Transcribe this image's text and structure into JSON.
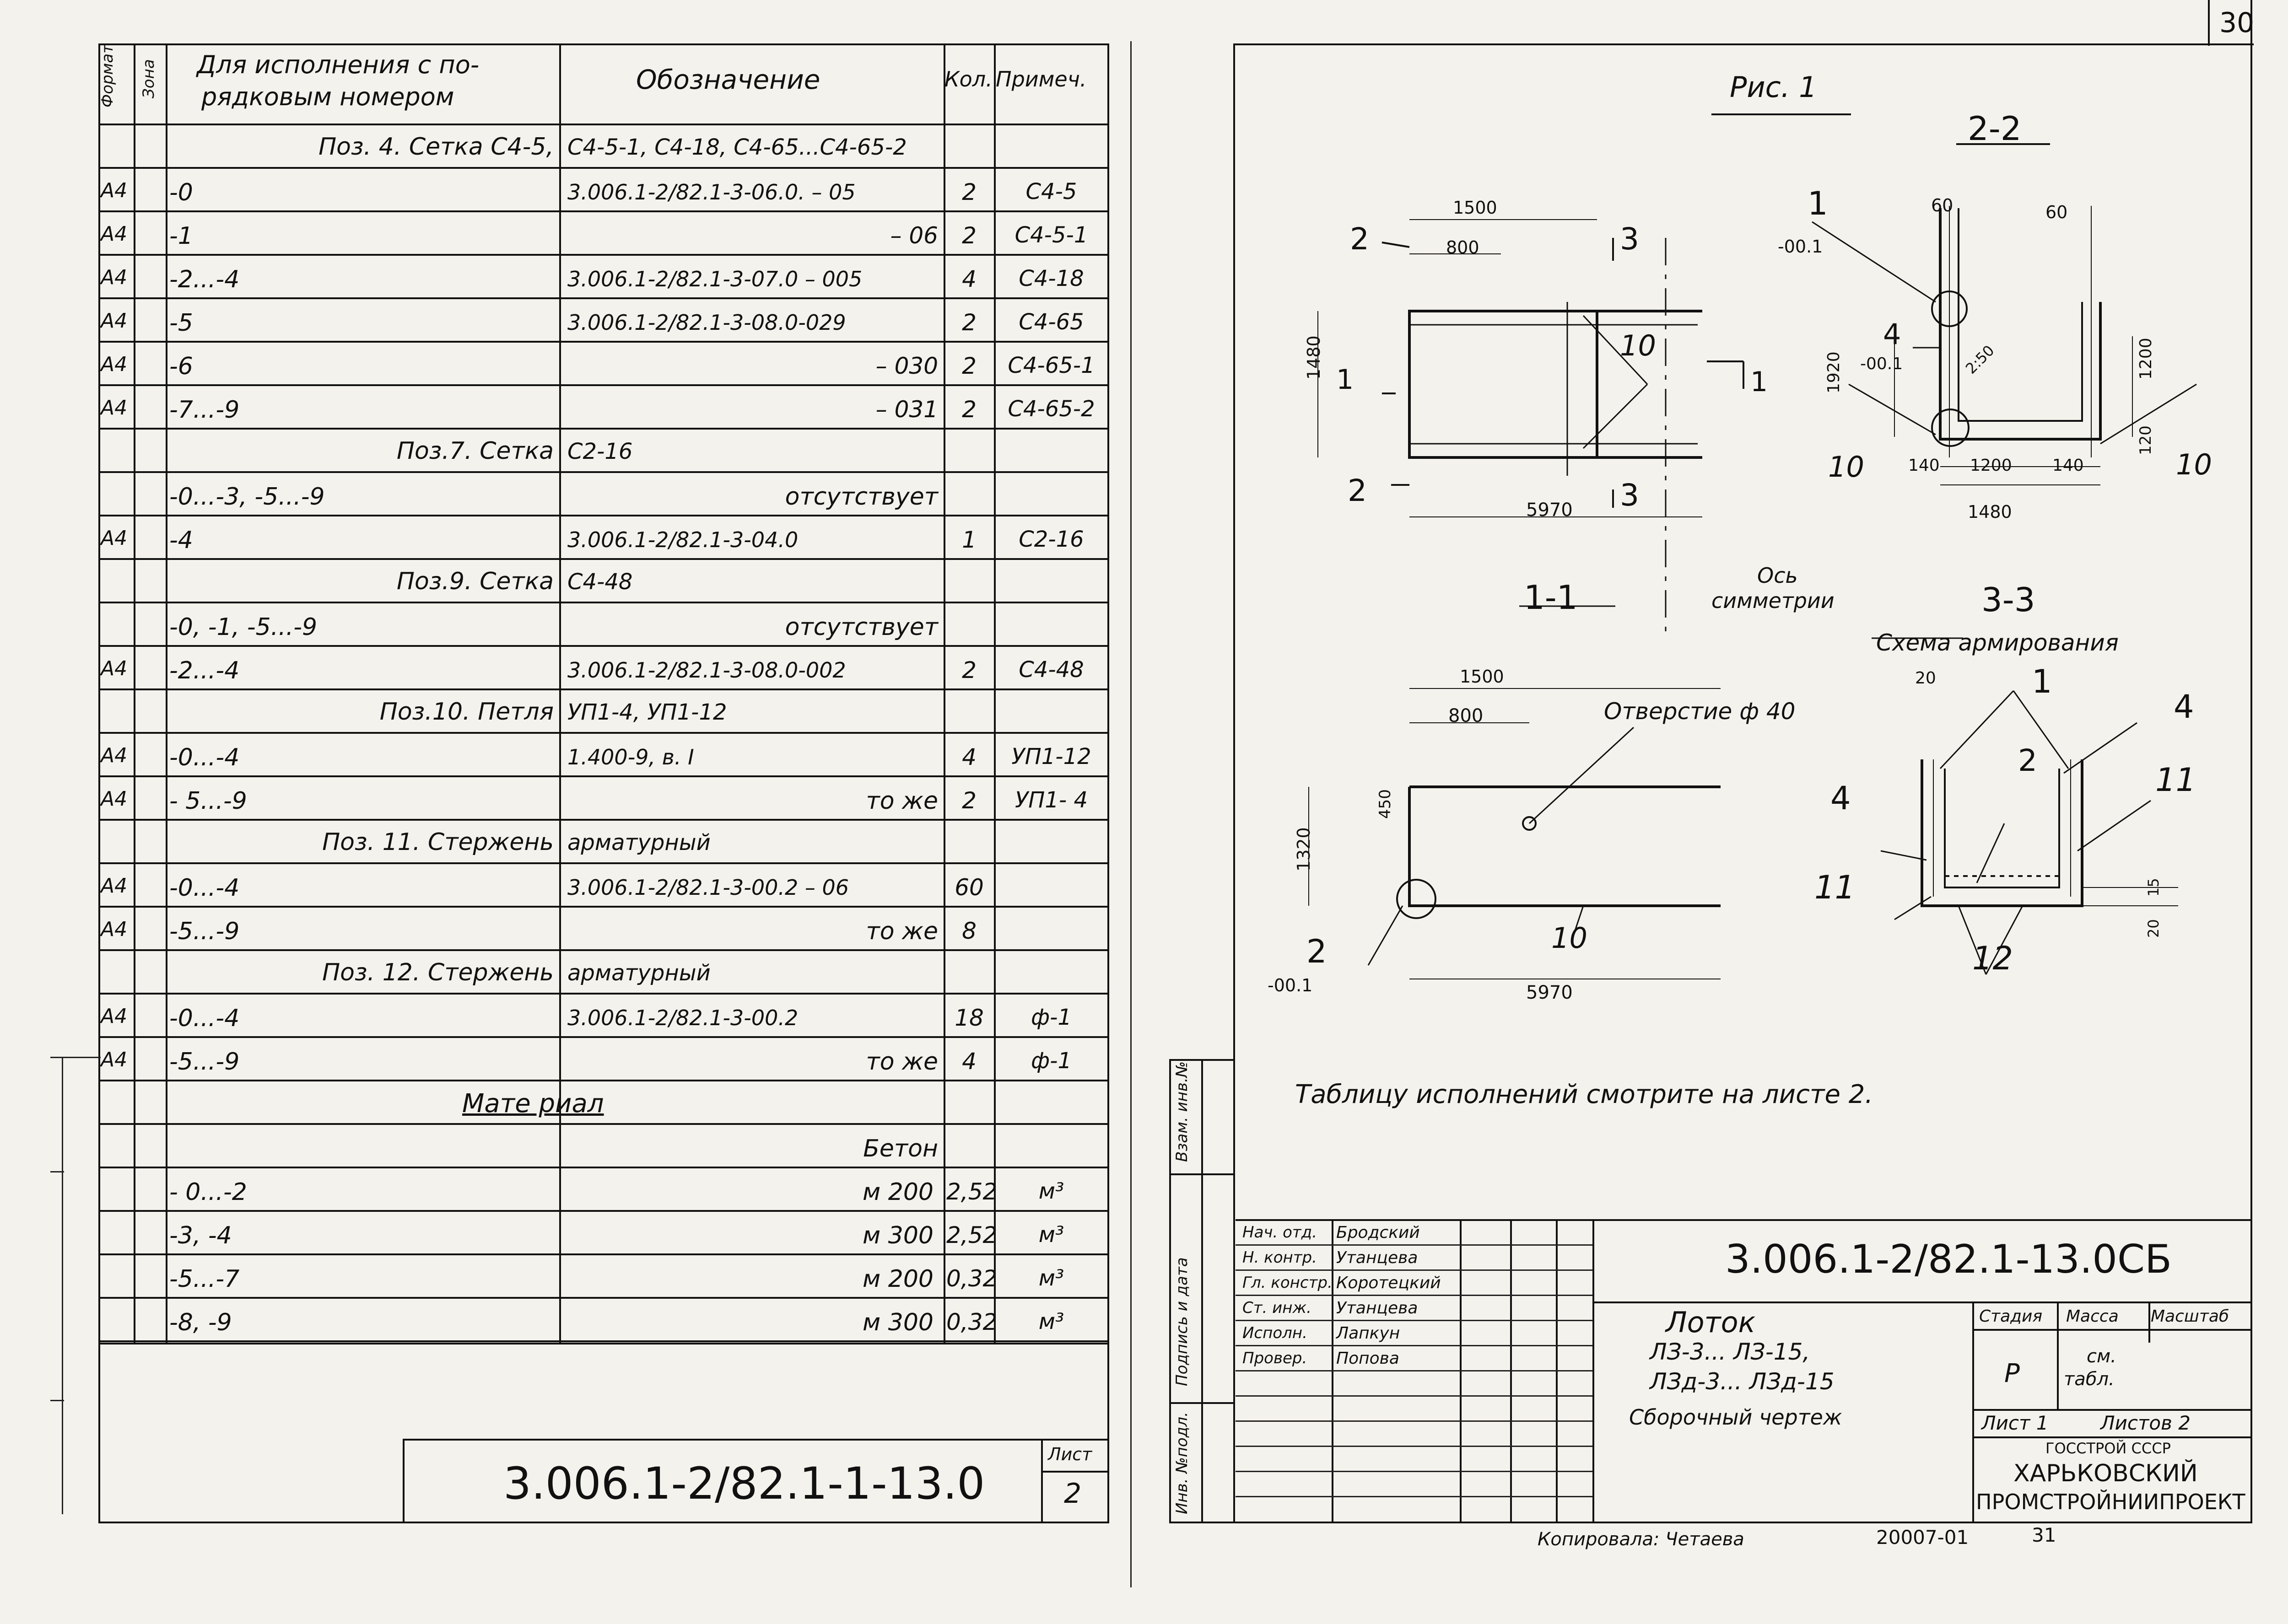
{
  "left_sheet": {
    "header": {
      "format": "Формат",
      "zone": "Зона",
      "for_variant": "Для исполнения с по-",
      "for_variant_2": "рядковым номером",
      "designation": "Обозначение",
      "qty": "Кол.",
      "note": "Примеч."
    },
    "rows": [
      {
        "format": "",
        "variant": "",
        "designation": "",
        "qty": "",
        "note": "",
        "section": "Поз. 4. Сетка С4-5,",
        "section2": "С4-5-1, С4-18, С4-65...С4-65-2"
      },
      {
        "format": "А4",
        "variant": "-0",
        "designation": "3.006.1-2/82.1-3-06.0. – 05",
        "qty": "2",
        "note": "С4-5"
      },
      {
        "format": "А4",
        "variant": "-1",
        "designation": "– 06",
        "qty": "2",
        "note": "С4-5-1"
      },
      {
        "format": "А4",
        "variant": "-2...-4",
        "designation": "3.006.1-2/82.1-3-07.0 – 005",
        "qty": "4",
        "note": "С4-18"
      },
      {
        "format": "А4",
        "variant": "-5",
        "designation": "3.006.1-2/82.1-3-08.0-029",
        "qty": "2",
        "note": "С4-65"
      },
      {
        "format": "А4",
        "variant": "-6",
        "designation": "– 030",
        "qty": "2",
        "note": "С4-65-1"
      },
      {
        "format": "А4",
        "variant": "-7...-9",
        "designation": "– 031",
        "qty": "2",
        "note": "С4-65-2"
      },
      {
        "format": "",
        "variant": "",
        "designation": "",
        "qty": "",
        "note": "",
        "section": "Поз.7. Сетка",
        "section2": "С2-16"
      },
      {
        "format": "",
        "variant": "-0...-3, -5...-9",
        "designation": "отсутствует",
        "qty": "",
        "note": ""
      },
      {
        "format": "А4",
        "variant": "-4",
        "designation": "3.006.1-2/82.1-3-04.0",
        "qty": "1",
        "note": "С2-16"
      },
      {
        "format": "",
        "variant": "",
        "designation": "",
        "qty": "",
        "note": "",
        "section": "Поз.9. Сетка",
        "section2": "С4-48"
      },
      {
        "format": "",
        "variant": "-0, -1, -5...-9",
        "designation": "отсутствует",
        "qty": "",
        "note": ""
      },
      {
        "format": "А4",
        "variant": "-2...-4",
        "designation": "3.006.1-2/82.1-3-08.0-002",
        "qty": "2",
        "note": "С4-48"
      },
      {
        "format": "",
        "variant": "",
        "designation": "",
        "qty": "",
        "note": "",
        "section": "Поз.10. Петля",
        "section2": "УП1-4, УП1-12"
      },
      {
        "format": "А4",
        "variant": "-0...-4",
        "designation": "1.400-9, в. I",
        "qty": "4",
        "note": "УП1-12"
      },
      {
        "format": "А4",
        "variant": "- 5...-9",
        "designation": "то же",
        "qty": "2",
        "note": "УП1- 4"
      },
      {
        "format": "",
        "variant": "",
        "designation": "",
        "qty": "",
        "note": "",
        "section": "Поз. 11. Стержень",
        "section2": "арматурный"
      },
      {
        "format": "А4",
        "variant": "-0...-4",
        "designation": "3.006.1-2/82.1-3-00.2 – 06",
        "qty": "60",
        "note": ""
      },
      {
        "format": "А4",
        "variant": "-5...-9",
        "designation": "то же",
        "qty": "8",
        "note": ""
      },
      {
        "format": "",
        "variant": "",
        "designation": "",
        "qty": "",
        "note": "",
        "section": "Поз. 12. Стержень",
        "section2": "арматурный"
      },
      {
        "format": "А4",
        "variant": "-0...-4",
        "designation": "3.006.1-2/82.1-3-00.2",
        "qty": "18",
        "note": "ф-1"
      },
      {
        "format": "А4",
        "variant": "-5...-9",
        "designation": "то же",
        "qty": "4",
        "note": "ф-1"
      },
      {
        "format": "",
        "variant": "",
        "designation": "Мате риал",
        "qty": "",
        "note": ""
      },
      {
        "format": "",
        "variant": "",
        "designation": "Бетон",
        "qty": "",
        "note": ""
      },
      {
        "format": "",
        "variant": "- 0...-2",
        "designation": "м 200",
        "qty": "2,52",
        "note": "м³"
      },
      {
        "format": "",
        "variant": "-3, -4",
        "designation": "м 300",
        "qty": "2,52",
        "note": "м³"
      },
      {
        "format": "",
        "variant": "-5...-7",
        "designation": "м 200",
        "qty": "0,32",
        "note": "м³"
      },
      {
        "format": "",
        "variant": "-8, -9",
        "designation": "м 300",
        "qty": "0,32",
        "note": "м³"
      }
    ],
    "stamp_code": "3.006.1-2/82.1-1-13.0",
    "sheet_label": "Лист",
    "sheet_no": "2"
  },
  "right_sheet": {
    "corner_no": "30",
    "fig_title": "Рис. 1",
    "section_22": "2-2",
    "section_11": "1-1",
    "section_33": "3-3",
    "scheme_title": "Схема армирования",
    "axis_label_1": "Ось",
    "axis_label_2": "симметрии",
    "hole_label": "Отверстие ф 40",
    "note_text": "Таблицу исполнений смотрите на листе 2.",
    "dims": {
      "d1500a": "1500",
      "d800a": "800",
      "d1480a": "1480",
      "d5970a": "5970",
      "d60a": "60",
      "d60b": "60",
      "d1920": "1920",
      "d1200": "1200",
      "d120": "120",
      "d140a": "140",
      "d1200b": "1200",
      "d140b": "140",
      "d1480b": "1480",
      "d250": "2:50",
      "d1500b": "1500",
      "d800b": "800",
      "d450": "450",
      "d1320": "1320",
      "d5970b": "5970",
      "d20a": "20",
      "d15": "15",
      "d20b": "20"
    },
    "marks": {
      "m2": "2",
      "m3": "3",
      "m1": "1",
      "m10": "10",
      "m001": "-00.1",
      "m4": "4",
      "m11": "11",
      "m12": "12"
    },
    "side_labels": [
      "Инв. №подл.",
      "Подпись и дата",
      "Взам. инв.№"
    ],
    "stamp": {
      "code": "3.006.1-2/82.1-13.0СБ",
      "roles": [
        "Нач. отд.",
        "Н. контр.",
        "Гл. констр.",
        "Ст. инж.",
        "Исполн.",
        "Провер."
      ],
      "names": [
        "Бродский",
        "Утанцева",
        "Коротецкий",
        "Утанцева",
        "Лапкун",
        "Попова"
      ],
      "title_1": "Лоток",
      "title_2": "ЛЗ-3... ЛЗ-15,",
      "title_3": "ЛЗд-3... ЛЗд-15",
      "title_4": "Сборочный чертеж",
      "col_stage": "Стадия",
      "col_mass": "Масса",
      "col_scale": "Масштаб",
      "stage": "Р",
      "mass_1": "см.",
      "mass_2": "табл.",
      "sheet": "Лист 1",
      "sheets": "Листов 2",
      "org_1": "ГОССТРОЙ СССР",
      "org_2": "ХАРЬКОВСКИЙ",
      "org_3": "ПРОМСТРОЙНИИПРОЕКТ"
    },
    "copied_by": "Копировала: Четаева",
    "order_no": "20007-01",
    "order_no2": "31"
  }
}
